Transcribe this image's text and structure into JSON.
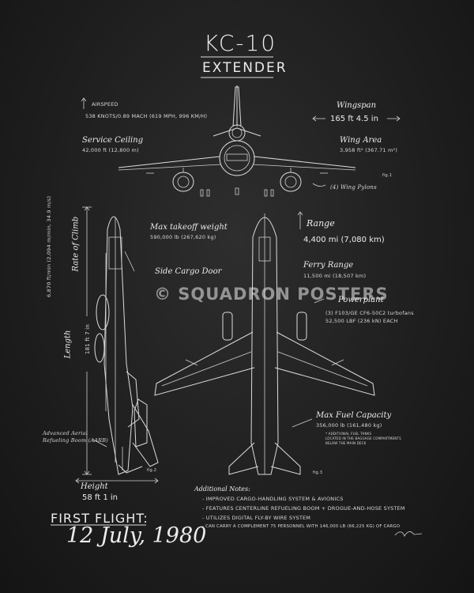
{
  "title": "KC-10",
  "subtitle": "Extender",
  "airspeed": {
    "label": "AIRSPEED",
    "value": "538 KNOTS/0.89 MACH (619 MPH, 996 KM/H)"
  },
  "ceiling": {
    "label": "Service Ceiling",
    "value": "42,000 ft (12,800 m)"
  },
  "wingspan": {
    "label": "Wingspan",
    "value": "165 ft 4.5 in"
  },
  "wing_area": {
    "label": "Wing Area",
    "value": "3,958 ft² (367.71 m²)"
  },
  "wing_pylons": "(4) Wing Pylons",
  "fig1": "fig.1",
  "mtow": {
    "label": "Max takeoff weight",
    "value": "590,000 lb (267,620 kg)"
  },
  "climb": {
    "label": "Rate of Climb",
    "value": "6,870 ft/min (2,094 m/min, 34.9 m/s)"
  },
  "cargo_door": "Side Cargo Door",
  "range": {
    "label": "Range",
    "value": "4,400 mi (7,080 km)"
  },
  "ferry": {
    "label": "Ferry Range",
    "value": "11,500 mi (18,507 km)"
  },
  "powerplant": {
    "label": "Powerplant",
    "value1": "(3) F103/GE CF6-50C2 turbofans",
    "value2": "52,500 LBF (236 kN) EACH"
  },
  "length": {
    "label": "Length",
    "value": "181 ft 7 in"
  },
  "boom": {
    "line1": "Advanced Aerial",
    "line2": "Refueling Boom (AARB)"
  },
  "fuel": {
    "label": "Max Fuel Capacity",
    "value": "356,000 lb (161,480 kg)",
    "note1": "* ADDITIONAL FUEL TANKS",
    "note2": "LOCATED IN THE BAGGAGE COMPARTMENTS",
    "note3": "BELOW THE MAIN DECK"
  },
  "fig2": "fig.2",
  "fig3": "fig.3",
  "height": {
    "label": "Height",
    "value": "58 ft 1 in"
  },
  "first_flight": {
    "label": "FIRST FLIGHT:",
    "date": "12 July, 1980"
  },
  "notes": {
    "heading": "Additional Notes:",
    "items": [
      "- Improved cargo-handling system & avionics",
      "- Features centerline refueling boom + drogue-and-hose system",
      "- Utilizes digital fly-by wire system",
      "- Can carry a complement 75 personnel with 146,000 lb (66,225 kg) of cargo"
    ]
  },
  "watermark": "© SQUADRON POSTERS"
}
